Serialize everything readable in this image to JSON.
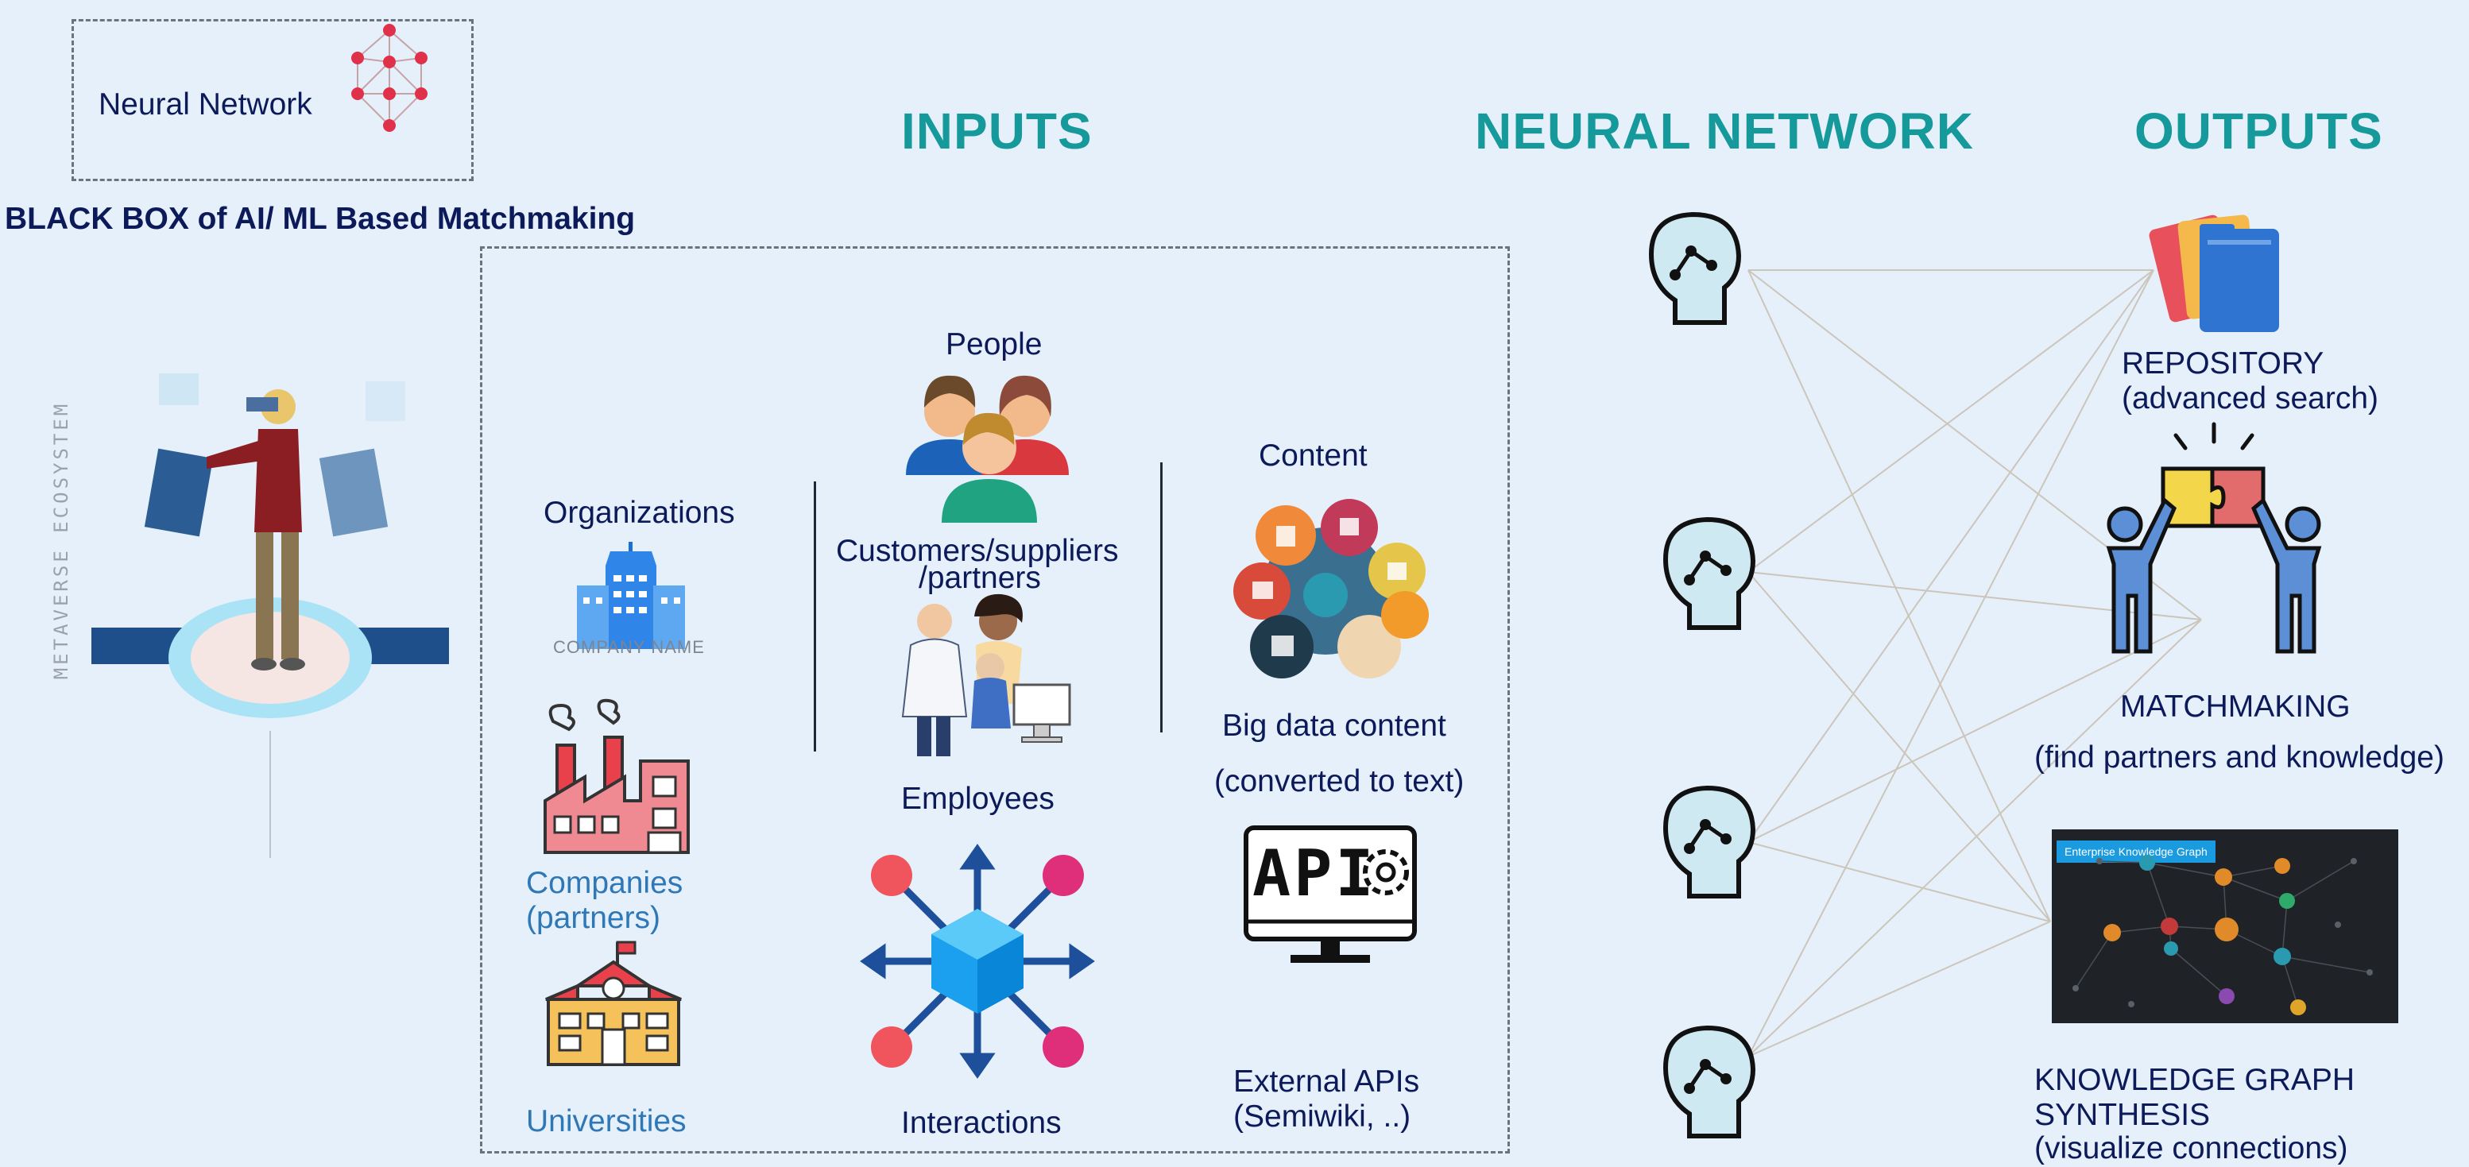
{
  "legend": {
    "label": "Neural Network"
  },
  "black_box_title": "BLACK BOX of AI/ ML Based Matchmaking",
  "metaverse_label": "METAVERSE ECOSYSTEM",
  "headings": {
    "inputs": "INPUTS",
    "neural_network": "NEURAL NETWORK",
    "outputs": "OUTPUTS"
  },
  "inputs": {
    "organizations": "Organizations",
    "company_logo_text": "COMPANY NAME",
    "companies": [
      "Companies",
      "(partners)"
    ],
    "universities": "Universities",
    "people": "People",
    "customers": [
      "Customers/suppliers",
      "/partners"
    ],
    "employees": "Employees",
    "interactions": "Interactions",
    "content": "Content",
    "big_data": [
      "Big data content",
      "(converted to text)"
    ],
    "api_screen_text": "API",
    "external_apis": [
      "External APIs",
      "(Semiwiki, ..)"
    ]
  },
  "outputs": {
    "repository": [
      "REPOSITORY",
      "(advanced search)"
    ],
    "matchmaking": [
      "MATCHMAKING",
      "(find partners and knowledge)"
    ],
    "knowledge_graph": [
      "KNOWLEDGE GRAPH",
      "SYNTHESIS",
      "(visualize connections)"
    ],
    "kg_panel_title": "Enterprise Knowledge Graph"
  },
  "colors": {
    "background": "#e6f0fb",
    "heading": "#16999a",
    "text": "#0c1a5a",
    "label_blue": "#2e78b8",
    "node_red": "#e0314b",
    "head_fill": "#cfe9f2"
  }
}
